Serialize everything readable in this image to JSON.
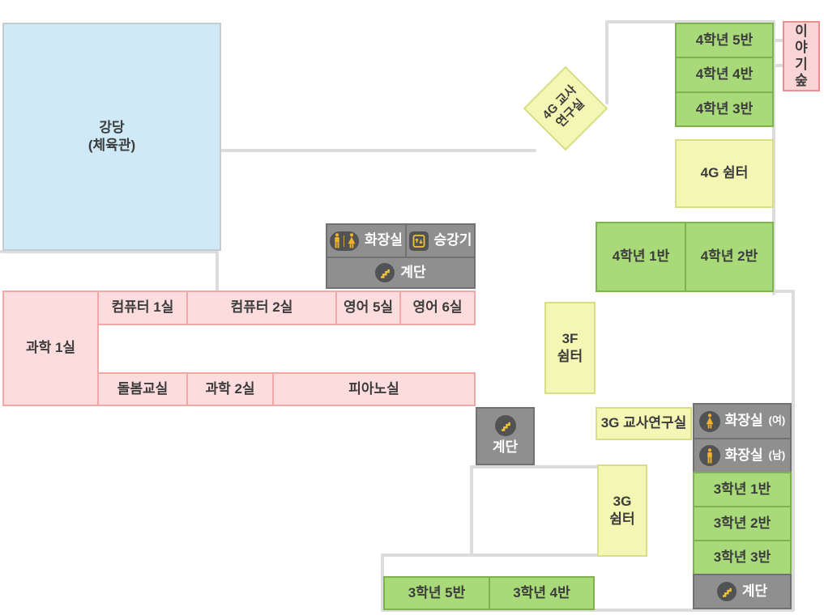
{
  "gym": {
    "line1": "강당",
    "line2": "(체육관)"
  },
  "grade4": {
    "research": {
      "line1": "4G 교사",
      "line2": "연구실"
    },
    "class5": "4학년 5반",
    "class4": "4학년 4반",
    "class3": "4학년 3반",
    "story_forest": "이야기숲",
    "rest": "4G 쉼터",
    "class1": "4학년 1반",
    "class2": "4학년 2반"
  },
  "facilities": {
    "toilet_center": "화장실",
    "elevator": "승강기",
    "stairs_center": "계단",
    "stairs_mid": "계단",
    "toilet_w": {
      "label": "화장실",
      "suffix": "(여)"
    },
    "toilet_m": {
      "label": "화장실",
      "suffix": "(남)"
    },
    "stairs_right": "계단"
  },
  "special_rooms": {
    "science1": "과학 1실",
    "computer1": "컴퓨터 1실",
    "computer2": "컴퓨터 2실",
    "english5": "영어 5실",
    "english6": "영어 6실",
    "care": "돌봄교실",
    "science2": "과학 2실",
    "piano": "피아노실"
  },
  "grade3": {
    "rest_3f": {
      "line1": "3F",
      "line2": "쉼터"
    },
    "teacher_research": "3G 교사연구실",
    "rest_3g": {
      "line1": "3G",
      "line2": "쉼터"
    },
    "class1": "3학년 1반",
    "class2": "3학년 2반",
    "class3": "3학년 3반",
    "class4": "3학년 4반",
    "class5": "3학년 5반"
  },
  "colors": {
    "classroom_green": "#a9da79",
    "classroom_green_border": "#7fb24c",
    "rest_yellow": "#f3f7b3",
    "rest_yellow_border": "#d9dd85",
    "special_pink": "#fcdcdc",
    "special_pink_border": "#f3a8a8",
    "gym_blue": "#d0e9f7",
    "facility_gray": "#8f8f90",
    "story_forest_pink": "#fbd5d5",
    "story_forest_border": "#ee8d8d",
    "corridor_line": "#dcdcdc",
    "icon_yellow": "#f0b22e",
    "icon_background": "#515254",
    "label_text": "#3c3c3c"
  }
}
